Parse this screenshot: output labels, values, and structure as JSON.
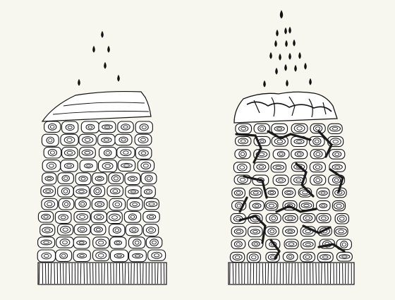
{
  "diagram": {
    "panels": [
      {
        "id": "left",
        "state": "intact",
        "cell_rows": 11,
        "drops": 6
      },
      {
        "id": "right",
        "state": "damaged",
        "cell_rows": 11,
        "drops": 18
      }
    ],
    "colors": {
      "background": "#f7f6ef",
      "ink": "#111111",
      "cell_fill": "#ffffff",
      "gap_fill": "#1a1a1a"
    }
  }
}
